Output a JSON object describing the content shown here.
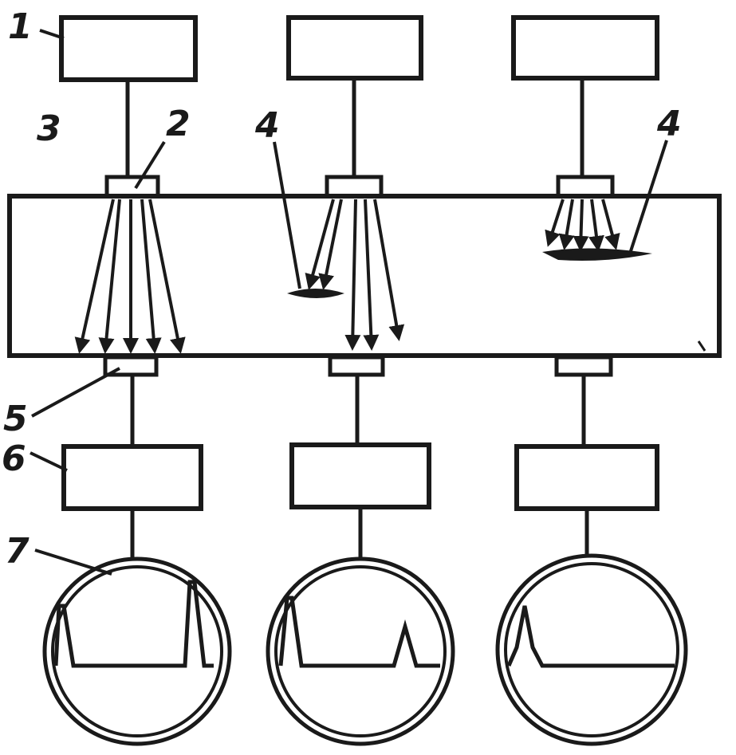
{
  "labels": {
    "generator": "1",
    "emitter": "2",
    "specimen": "3",
    "defect_a": "4",
    "defect_b": "4",
    "receiver": "5",
    "amplifier": "6",
    "display": "7"
  },
  "colors": {
    "ink": "#1a1a1a",
    "paper": "#ffffff"
  },
  "channels": [
    {
      "id": "channel-1",
      "defect": "none",
      "screen_signal": "two-peaks-full"
    },
    {
      "id": "channel-2",
      "defect": "deep-small",
      "screen_signal": "peak-and-reduced-echo"
    },
    {
      "id": "channel-3",
      "defect": "shallow-large",
      "screen_signal": "single-peak"
    }
  ]
}
